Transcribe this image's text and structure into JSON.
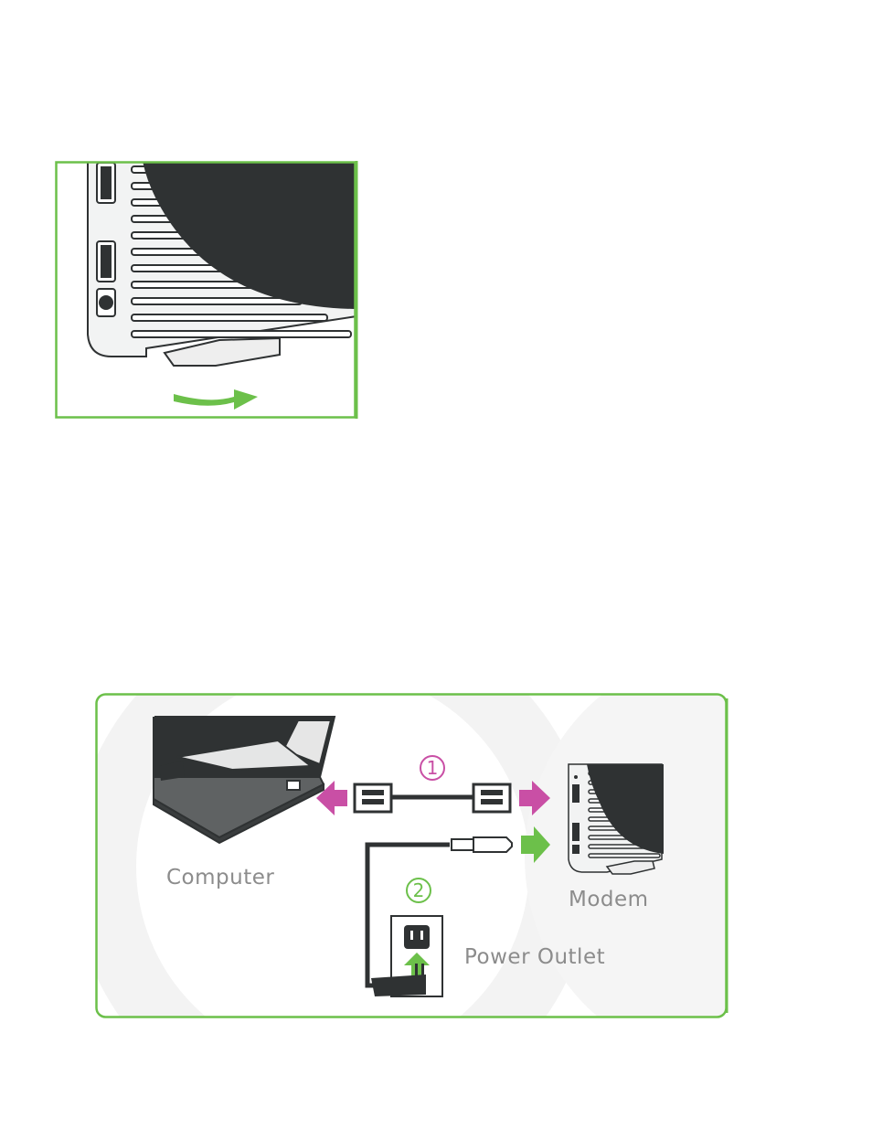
{
  "colors": {
    "frame_green": "#6cc04a",
    "arrow_green": "#6cc04a",
    "arrow_magenta": "#c94fa5",
    "device_dark": "#2f3233",
    "label_gray": "#8c8c8c"
  },
  "stand_figure": {
    "icons": [
      "modem-side-icon",
      "stand-foot-icon",
      "rotate-arrow-icon"
    ]
  },
  "setup_diagram": {
    "labels": {
      "computer": "Computer",
      "modem": "Modem",
      "power_outlet": "Power Outlet"
    },
    "steps": [
      {
        "number": "1",
        "color": "#c94fa5"
      },
      {
        "number": "2",
        "color": "#6cc04a"
      }
    ],
    "icons": [
      "laptop-icon",
      "ethernet-cable-icon",
      "power-cable-icon",
      "wall-outlet-icon",
      "power-adapter-icon",
      "modem-icon"
    ]
  }
}
